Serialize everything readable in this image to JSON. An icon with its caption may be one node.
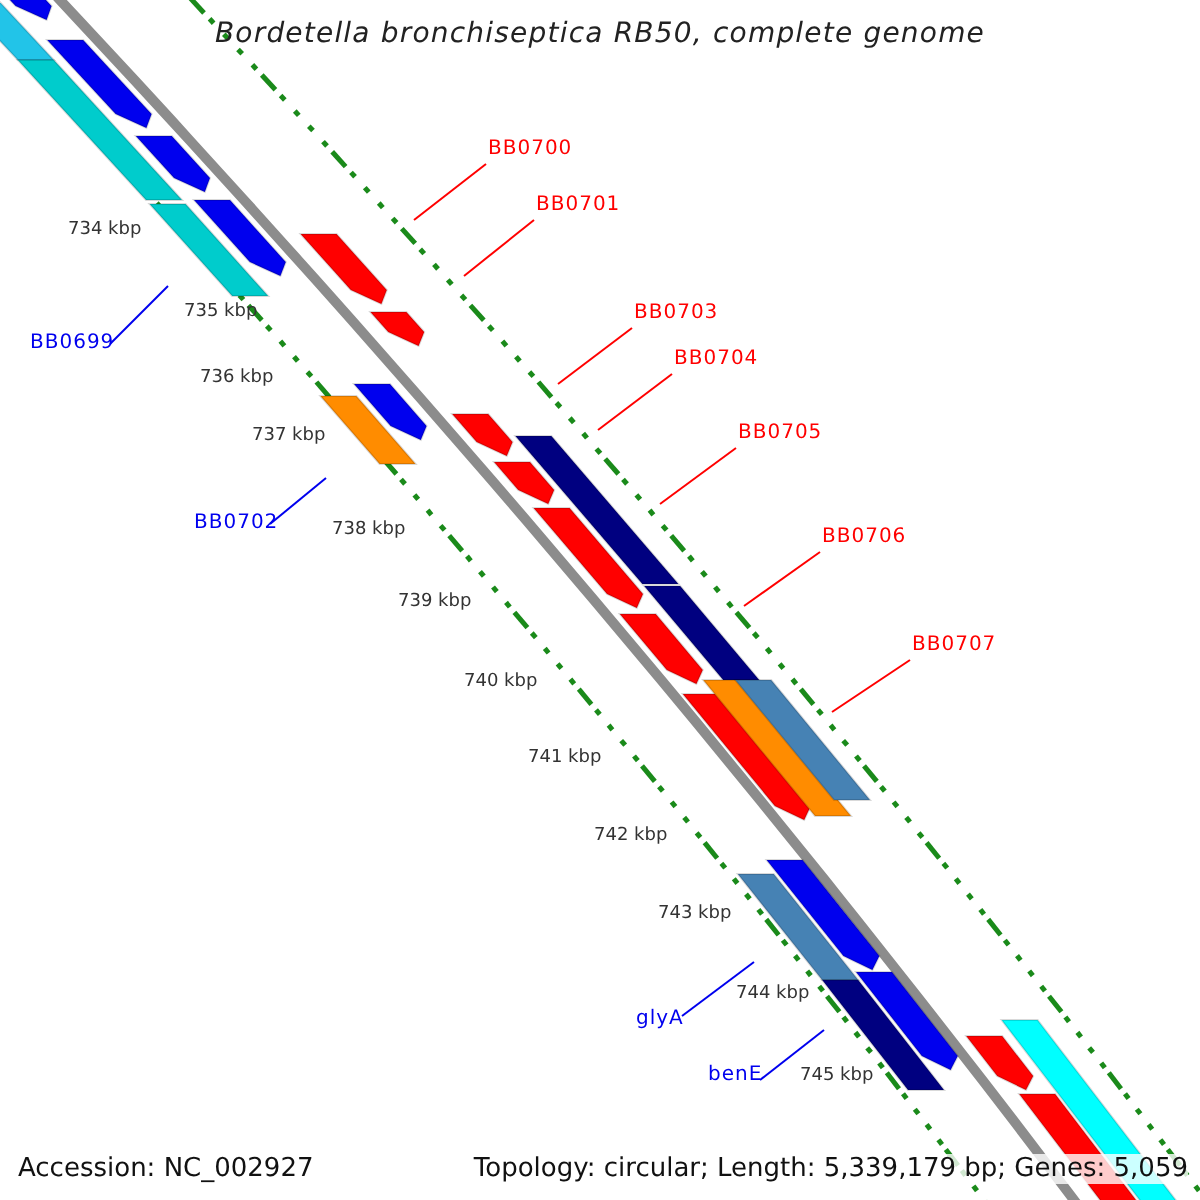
{
  "diagram": {
    "title": "Bordetella bronchiseptica RB50, complete genome",
    "nodes": [
      {
        "text": [
          "BB0700"
        ]
      },
      {
        "text": [
          "BB0701"
        ]
      },
      {
        "text": [
          "BB0703"
        ]
      },
      {
        "text": [
          "BB0699"
        ]
      },
      {
        "text": [
          "BB0704"
        ]
      },
      {
        "text": [
          "BB0705"
        ]
      },
      {
        "text": [
          "BB0702"
        ]
      },
      {
        "text": [
          "BB0706"
        ]
      },
      {
        "text": [
          "BB0707"
        ]
      },
      {
        "text": [
          "glyA"
        ]
      },
      {
        "text": [
          "benE"
        ]
      }
    ],
    "edges": [
      {
        "from": 0,
        "to": null,
        "arrow": "none"
      },
      {
        "from": 1,
        "to": null,
        "arrow": "none"
      },
      {
        "from": 2,
        "to": null,
        "arrow": "none"
      },
      {
        "from": 3,
        "to": null,
        "arrow": "none",
        "color": "#0000ee"
      },
      {
        "from": 4,
        "to": null,
        "arrow": "none"
      },
      {
        "from": 5,
        "to": null,
        "arrow": "none"
      },
      {
        "from": 6,
        "to": null,
        "arrow": "none",
        "color": "#0000ee"
      },
      {
        "from": 7,
        "to": null,
        "arrow": "none"
      },
      {
        "from": 8,
        "to": null,
        "arrow": "none"
      },
      {
        "from": 9,
        "to": null,
        "arrow": "none",
        "color": "#0000ee"
      },
      {
        "from": 10,
        "to": null,
        "arrow": "none",
        "color": "#0000ee"
      }
    ],
    "labels": [
      "734 kbp",
      "735 kbp",
      "736 kbp",
      "737 kbp",
      "738 kbp",
      "739 kbp",
      "740 kbp",
      "741 kbp",
      "742 kbp",
      "743 kbp",
      "744 kbp",
      "745 kbp",
      "Accession: NC_002927",
      "Topology: circular; Length: 5,339,179 bp; Genes: 5,059"
    ]
  }
}
